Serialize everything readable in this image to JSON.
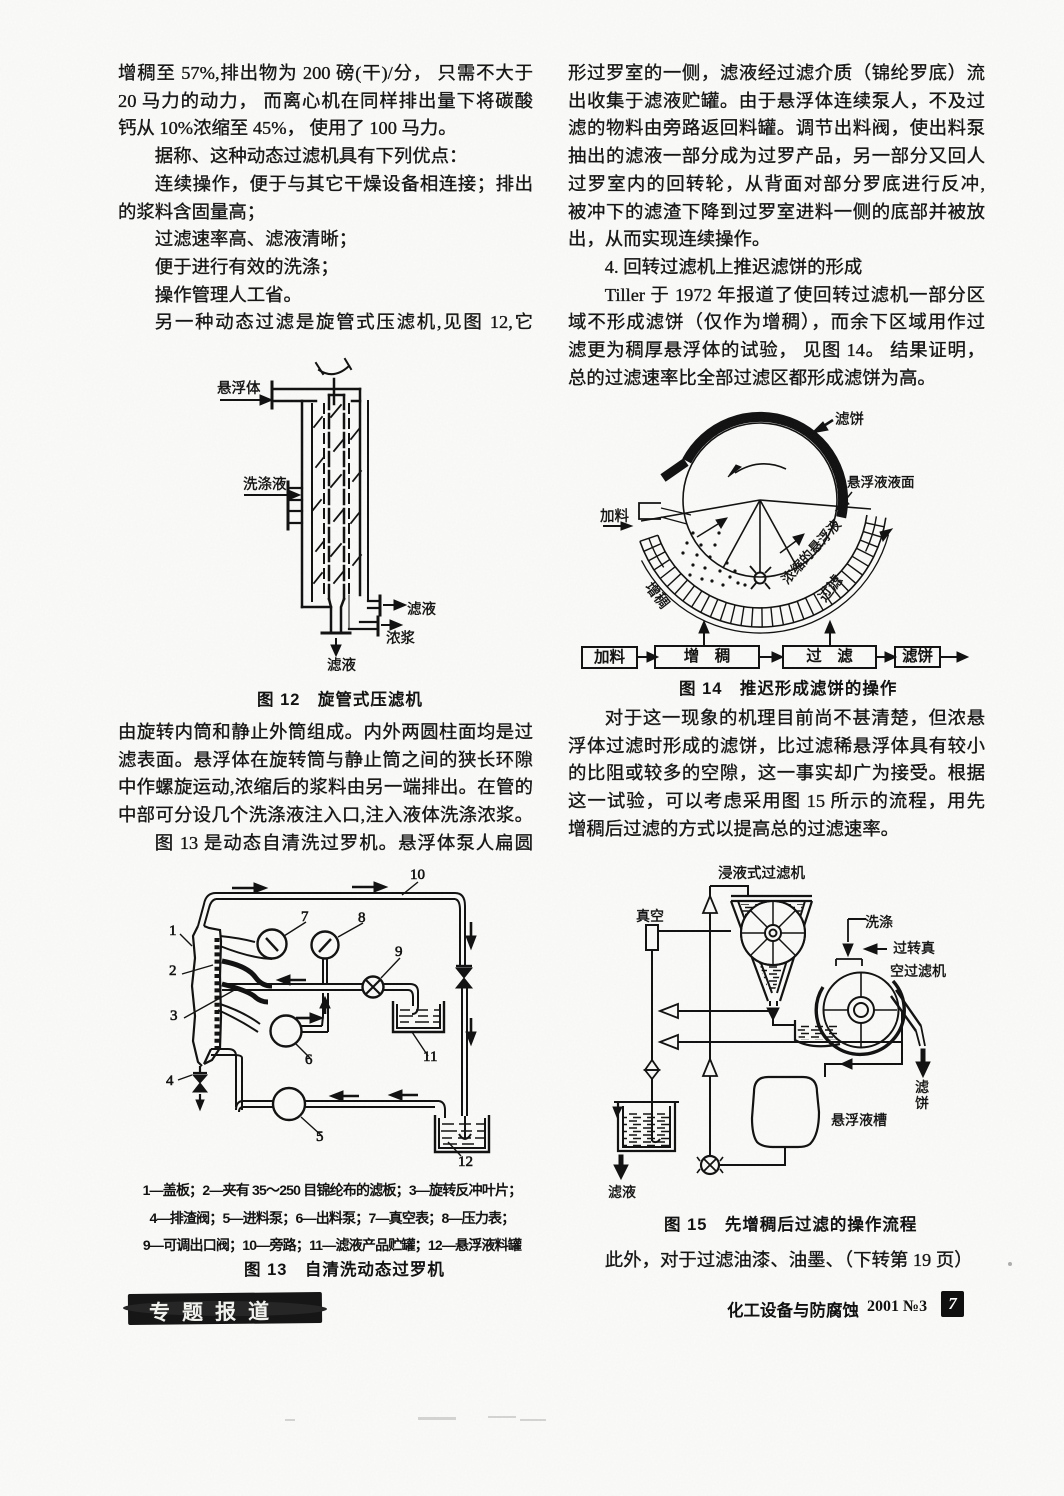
{
  "page": {
    "background": "#fbfbf9",
    "ink": "#151515",
    "journal_name": "化工设备与防腐蚀",
    "issue": "2001 №3",
    "page_number": "7",
    "section_banner": "专题报道"
  },
  "left_column": {
    "para1_lines": [
      {
        "t": "增稠至 57%,排出物为 200 磅(干)/分， 只需不大于",
        "j": 1
      },
      {
        "t": "20 马力的动力， 而离心机在同样排出量下将碳酸",
        "j": 1
      },
      {
        "t": "钙从 10%浓缩至 45%， 使用了 100 马力。"
      },
      {
        "t": "据称、这种动态过滤机具有下列优点：",
        "ind": 2
      },
      {
        "t": "连续操作，便于与其它干燥设备相连接；排出",
        "ind": 2,
        "j": 1
      },
      {
        "t": "的浆料含固量高；"
      },
      {
        "t": "过滤速率高、滤液清晰；",
        "ind": 2
      },
      {
        "t": "便于进行有效的洗涤；",
        "ind": 2
      },
      {
        "t": "操作管理人工省。",
        "ind": 2
      },
      {
        "t": "另一种动态过滤是旋管式压滤机,见图 12,它",
        "ind": 2,
        "j": 1
      }
    ],
    "para2_lines": [
      {
        "t": "由旋转内筒和静止外筒组成。内外两圆柱面均是过",
        "j": 1
      },
      {
        "t": "滤表面。悬浮体在旋转筒与静止筒之间的狭长环隙",
        "j": 1
      },
      {
        "t": "中作螺旋运动,浓缩后的浆料由另一端排出。在管的",
        "j": 1
      },
      {
        "t": "中部可分设几个洗涤液注入口,注入液体洗涤浓浆。",
        "j": 1
      },
      {
        "t": "图 13 是动态自清洗过罗机。悬浮体泵人扁圆",
        "ind": 2,
        "j": 1
      }
    ]
  },
  "right_column": {
    "para1_lines": [
      {
        "t": "形过罗室的一侧，滤液经过滤介质（锦纶罗底）流",
        "j": 1
      },
      {
        "t": "出收集于滤液贮罐。由于悬浮体连续泵人，不及过",
        "j": 1
      },
      {
        "t": "滤的物料由旁路返回料罐。调节出料阀，使出料泵",
        "j": 1
      },
      {
        "t": "抽出的滤液一部分成为过罗产品，另一部分又回人",
        "j": 1
      },
      {
        "t": "过罗室内的回转轮，从背面对部分罗底进行反冲,",
        "j": 1
      },
      {
        "t": "被冲下的滤渣下降到过罗室进料一侧的底部并被放",
        "j": 1
      },
      {
        "t": "出，从而实现连续操作。"
      },
      {
        "t": "4. 回转过滤机上推迟滤饼的形成",
        "ind": 2
      },
      {
        "t": "Tiller 于 1972 年报道了使回转过滤机一部分区",
        "ind": 2,
        "j": 1
      },
      {
        "t": "域不形成滤饼（仅作为增稠），而余下区域用作过",
        "j": 1
      },
      {
        "t": "滤更为稠厚悬浮体的试验， 见图 14。 结果证明，",
        "j": 1
      },
      {
        "t": "总的过滤速率比全部过滤区都形成滤饼为高。"
      }
    ],
    "para2_lines": [
      {
        "t": "对于这一现象的机理目前尚不甚清楚，但浓悬",
        "ind": 2,
        "j": 1
      },
      {
        "t": "浮体过滤时形成的滤饼，比过滤稀悬浮体具有较小",
        "j": 1
      },
      {
        "t": "的比阻或较多的空隙，这一事实却广为接受。根据",
        "j": 1
      },
      {
        "t": "这一试验，可以考虑采用图 15 所示的流程，用先",
        "j": 1
      },
      {
        "t": "增稠后过滤的方式以提高总的过滤速率。"
      }
    ],
    "closing_line": [
      {
        "t": "此外，对于过滤油漆、油墨、（下转第 19 页）",
        "ind": 2,
        "j": 1
      }
    ]
  },
  "fig12": {
    "caption": "图 12　旋管式压滤机",
    "labels": {
      "suspension": "悬浮体",
      "wash_liquid": "洗涤液",
      "filtrate_right": "滤液",
      "thick_slurry": "浓浆",
      "filtrate_bottom": "滤液"
    }
  },
  "fig13": {
    "caption": "图 13　自清洗动态过罗机",
    "legend_lines": [
      "1—盖板；2—夹有 35～250 目锦纶布的滤板；3—旋转反冲叶片；",
      "4—排渣阀；5—进料泵；6—出料泵；7—真空表；8—压力表；",
      "9—可调出口阀；10—旁路；11—滤液产品贮罐；12—悬浮液料罐"
    ],
    "numbers": {
      "n1": "1",
      "n2": "2",
      "n3": "3",
      "n4": "4",
      "n5": "5",
      "n6": "6",
      "n7": "7",
      "n8": "8",
      "n9": "9",
      "n10": "10",
      "n11": "11",
      "n12": "12"
    }
  },
  "fig14": {
    "caption": "图 14　推迟形成滤饼的操作",
    "labels": {
      "cake": "滤饼",
      "suspension_level": "悬浮液液面",
      "feed": "加料",
      "thickening": "增稠",
      "concentrated_suspension": "浓缩的悬浮液",
      "filtering": "过滤"
    },
    "flow_boxes": [
      "加料",
      "增　稠",
      "过　滤",
      "滤饼"
    ]
  },
  "fig15": {
    "caption": "图 15　先增稠后过滤的操作流程",
    "labels": {
      "immersion_filter": "浸液式过滤机",
      "vacuum": "真空",
      "wash": "洗涤",
      "rotary_vacuum_line1": "过转真",
      "rotary_vacuum_line2": "空过滤机",
      "cake": "滤饼",
      "suspension_tank": "悬浮液槽",
      "filtrate": "滤液"
    }
  }
}
